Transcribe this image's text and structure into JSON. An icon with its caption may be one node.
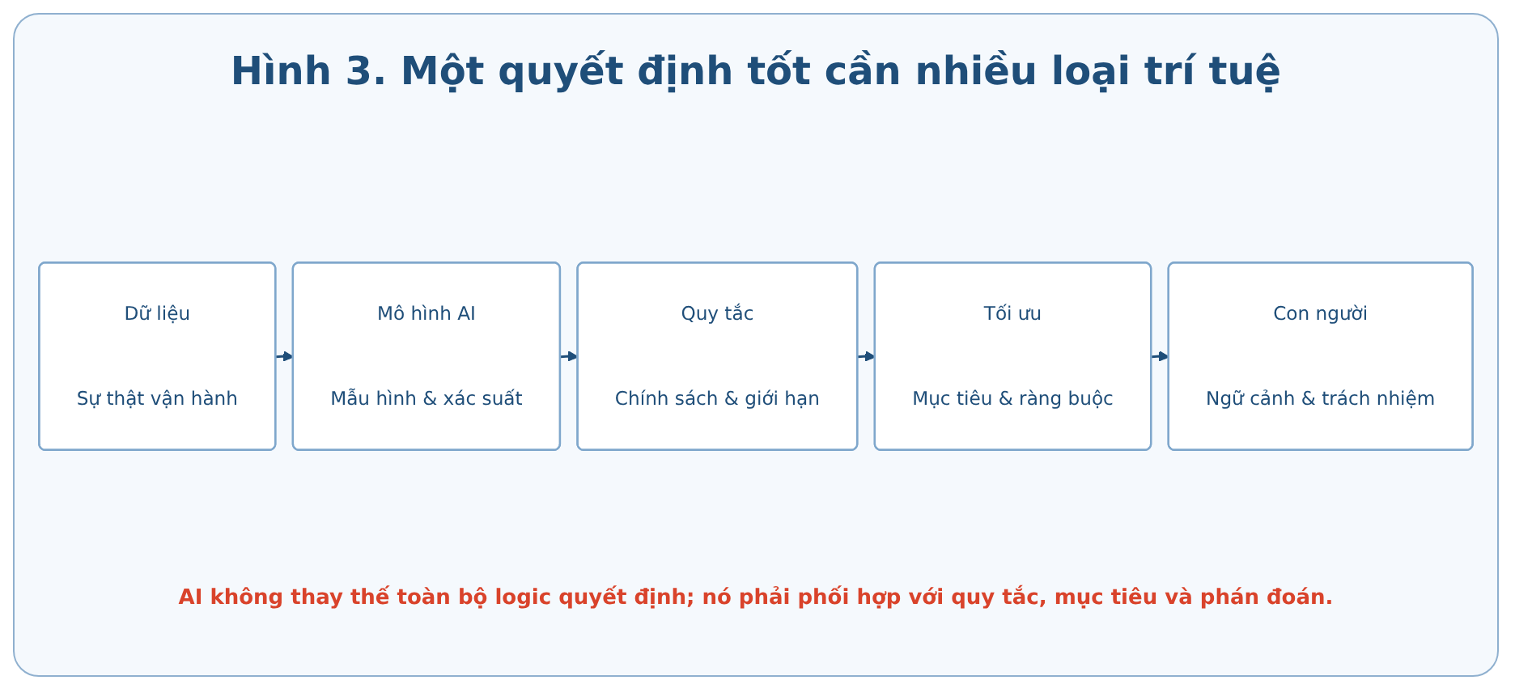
{
  "diagram": {
    "title": "Hình 3. Một quyết định tốt cần nhiều loại trí tuệ",
    "caption": "AI không thay thế toàn bộ logic quyết định; nó phải phối hợp với quy tắc, mục tiêu và phán đoán.",
    "nodes": [
      {
        "text": [
          "Dữ liệu",
          "Sự thật vận hành"
        ]
      },
      {
        "text": [
          "Mô hình AI",
          "Mẫu hình & xác suất"
        ]
      },
      {
        "text": [
          "Quy tắc",
          "Chính sách & giới hạn"
        ]
      },
      {
        "text": [
          "Tối ưu",
          "Mục tiêu & ràng buộc"
        ]
      },
      {
        "text": [
          "Con người",
          "Ngữ cảnh & trách nhiệm"
        ]
      }
    ],
    "edges": [
      {
        "from": 0,
        "to": 1,
        "arrow": "to"
      },
      {
        "from": 1,
        "to": 2,
        "arrow": "to"
      },
      {
        "from": 2,
        "to": 3,
        "arrow": "to"
      },
      {
        "from": 3,
        "to": 4,
        "arrow": "to"
      }
    ]
  }
}
